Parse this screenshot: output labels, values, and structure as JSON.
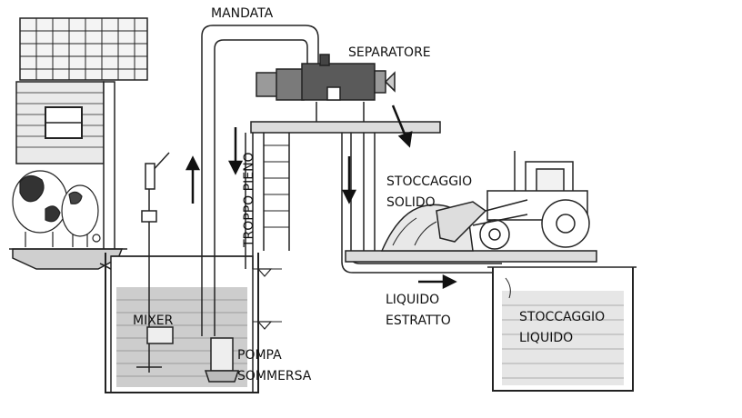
{
  "labels": {
    "mandata": "MANDATA",
    "separatore": "SEPARATORE",
    "troppo_pieno": "TROPPO PIENO",
    "stoccaggio_solido_1": "STOCCAGGIO",
    "stoccaggio_solido_2": "SOLIDO",
    "liquido_estratto_1": "LIQUIDO",
    "liquido_estratto_2": "ESTRATTO",
    "stoccaggio_liquido_1": "STOCCAGGIO",
    "stoccaggio_liquido_2": "LIQUIDO",
    "mixer": "MIXER",
    "pompa_1": "POMPA",
    "pompa_2": "SOMMERSA"
  },
  "colors": {
    "stroke": "#222222",
    "fill_light": "#e8e8e8",
    "fill_mid": "#c8c8c8",
    "water": "#cfcfcf"
  }
}
